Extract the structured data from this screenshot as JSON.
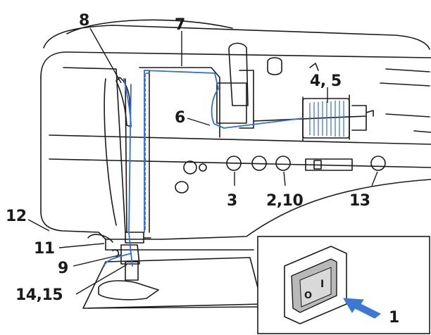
{
  "labels": {
    "l1": "1",
    "l2_10": "2,10",
    "l3": "3",
    "l4_5": "4, 5",
    "l6": "6",
    "l7": "7",
    "l8": "8",
    "l9": "9",
    "l11": "11",
    "l12": "12",
    "l13": "13",
    "l14_15": "14,15"
  },
  "switch_marks": {
    "on": "I",
    "off": "O"
  },
  "colors": {
    "thread": "#2f6fd6",
    "outline": "#1a1a1a",
    "switch_arrow": "#3a78d4"
  }
}
